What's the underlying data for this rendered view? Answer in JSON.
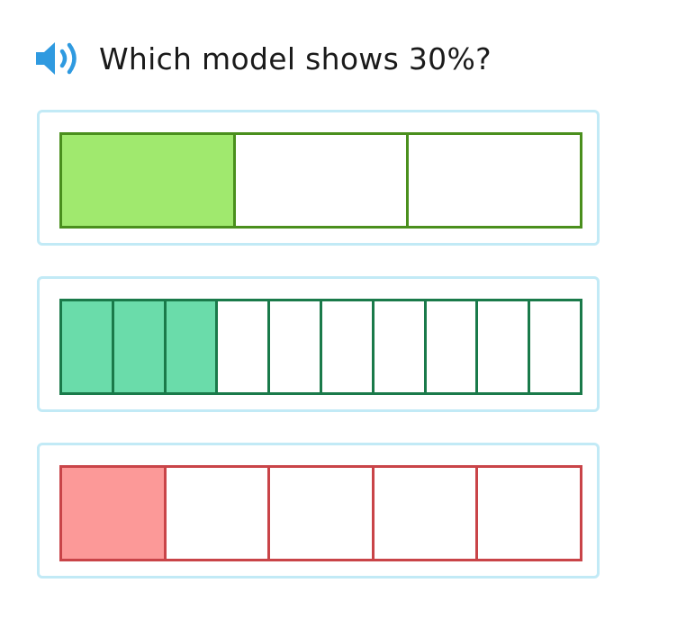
{
  "question": {
    "text": "Which model shows 30%?",
    "audio_icon": "speaker-icon",
    "audio_color": "#2f9ae0"
  },
  "choices": [
    {
      "parts": 3,
      "shaded": 1,
      "fill": "#a0e96e",
      "stroke": "#4a8f1d"
    },
    {
      "parts": 10,
      "shaded": 3,
      "fill": "#6adcaa",
      "stroke": "#1a7a4a"
    },
    {
      "parts": 5,
      "shaded": 1,
      "fill": "#fc9998",
      "stroke": "#c94448"
    }
  ],
  "colors": {
    "choice_border": "#c2eaf6",
    "text": "#1a1a1a"
  }
}
